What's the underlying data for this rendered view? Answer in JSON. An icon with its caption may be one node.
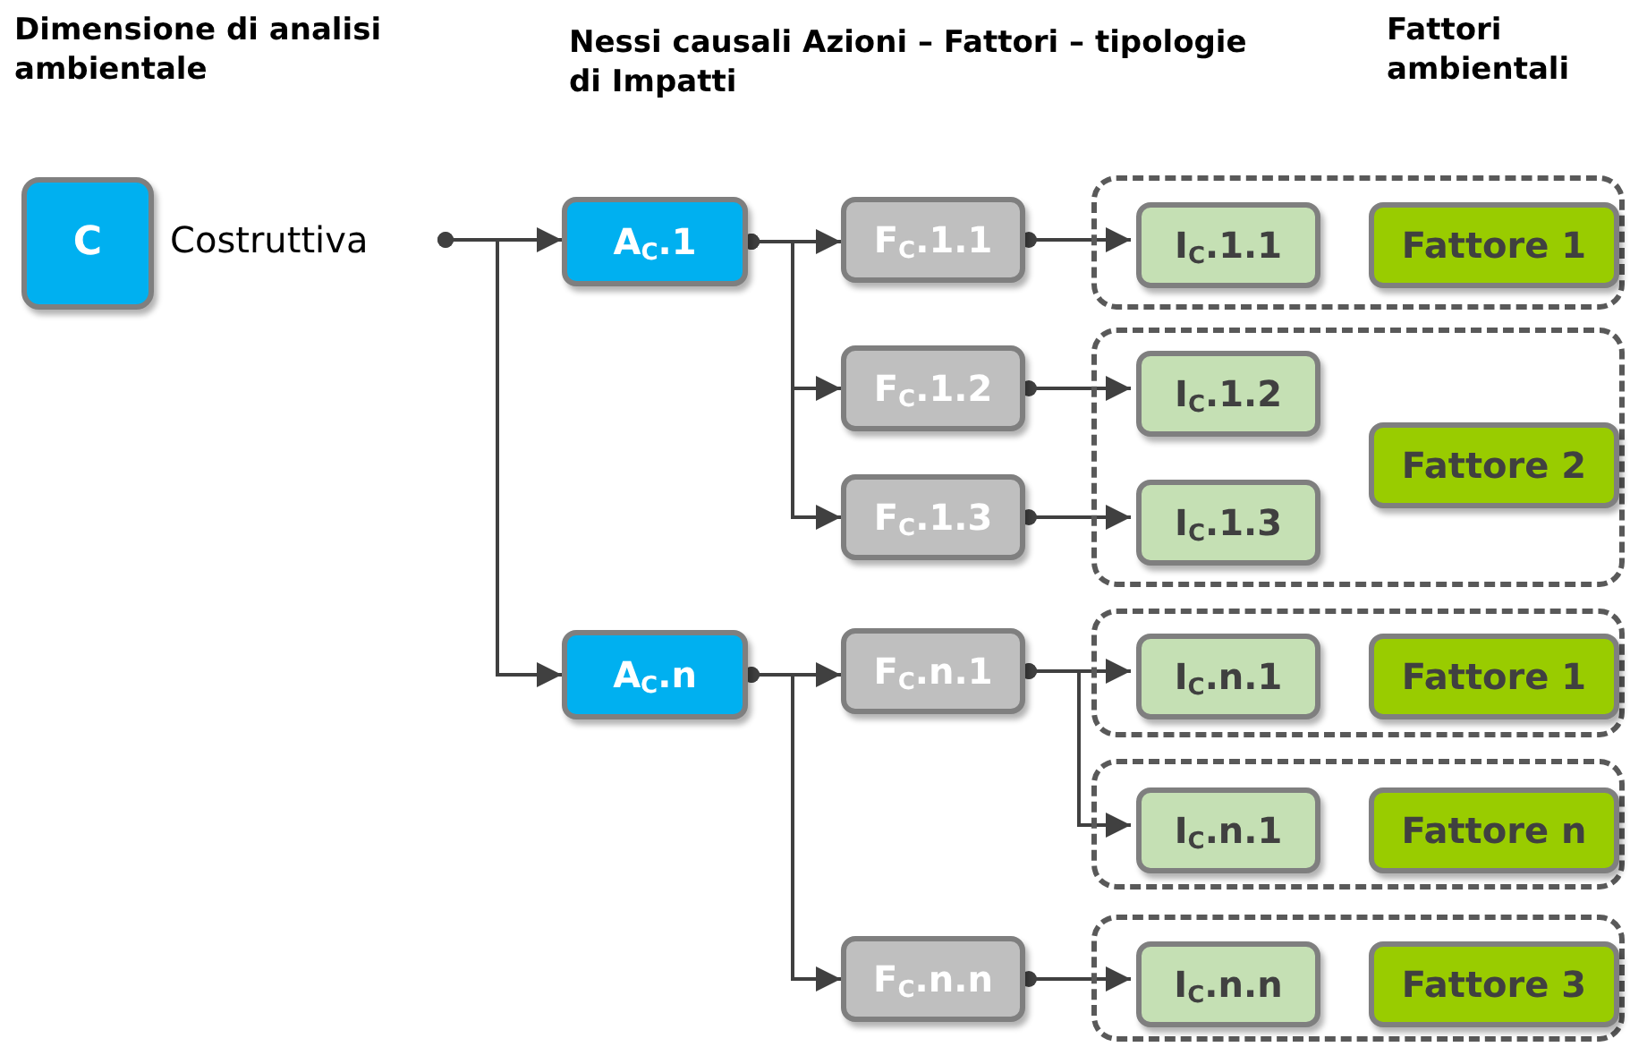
{
  "diagram": {
    "nodes": [
      {
        "text": [
          "C"
        ]
      },
      {
        "text": [
          "Costruttiva"
        ]
      },
      {
        "text": [
          "A$_{C}$.1"
        ]
      },
      {
        "text": [
          "A$_{C}$.n"
        ]
      },
      {
        "text": [
          "F$_{C}$.1.1"
        ]
      },
      {
        "text": [
          "F$_{C}$.1.2"
        ]
      },
      {
        "text": [
          "F$_{C}$.1.3"
        ]
      },
      {
        "text": [
          "F$_{C}$.n.1"
        ]
      },
      {
        "text": [
          "F$_{C}$.n.n"
        ]
      },
      {
        "text": [],
        "shape": "box"
      },
      {
        "text": [
          "I$_{C}$.1.1"
        ],
        "in": 9
      },
      {
        "text": [
          "Fattore 1"
        ],
        "in": 9
      },
      {
        "text": [],
        "shape": "box"
      },
      {
        "text": [
          "I$_{C}$.1.2"
        ],
        "in": 12
      },
      {
        "text": [
          "I$_{C}$.1.3"
        ],
        "in": 12
      },
      {
        "text": [
          "Fattore 2"
        ],
        "in": 12
      },
      {
        "text": [],
        "shape": "box"
      },
      {
        "text": [
          "I$_{C}$.n.1"
        ],
        "in": 16
      },
      {
        "text": [
          "Fattore 1"
        ],
        "in": 16
      },
      {
        "text": [],
        "shape": "box"
      },
      {
        "text": [
          "I$_{C}$.n.1"
        ],
        "in": 19
      },
      {
        "text": [
          "Fattore n"
        ],
        "in": 19
      },
      {
        "text": [],
        "shape": "box"
      },
      {
        "text": [
          "I$_{C}$.n.n"
        ],
        "in": 22
      },
      {
        "text": [
          "Fattore 3"
        ],
        "in": 22
      }
    ],
    "edges": [
      {
        "from": 1,
        "to": 2,
        "arrow": "to"
      },
      {
        "from": 1,
        "to": 3,
        "arrow": "to"
      },
      {
        "from": 2,
        "to": 4,
        "arrow": "to"
      },
      {
        "from": 2,
        "to": 5,
        "arrow": "to"
      },
      {
        "from": 2,
        "to": 6,
        "arrow": "to"
      },
      {
        "from": 3,
        "to": 7,
        "arrow": "to"
      },
      {
        "from": 3,
        "to": 8,
        "arrow": "to"
      },
      {
        "from": 4,
        "to": 10,
        "arrow": "to"
      },
      {
        "from": 5,
        "to": 13,
        "arrow": "to"
      },
      {
        "from": 6,
        "to": 14,
        "arrow": "to"
      },
      {
        "from": 7,
        "to": 17,
        "arrow": "to"
      },
      {
        "from": 7,
        "to": 20,
        "arrow": "to"
      },
      {
        "from": 8,
        "to": 23,
        "arrow": "to"
      }
    ],
    "labels": [
      "Dimensione di analisi ambientale",
      "Nessi causali Azioni – Fattori – tipologie di Impatti",
      "Fattori ambientali"
    ]
  }
}
